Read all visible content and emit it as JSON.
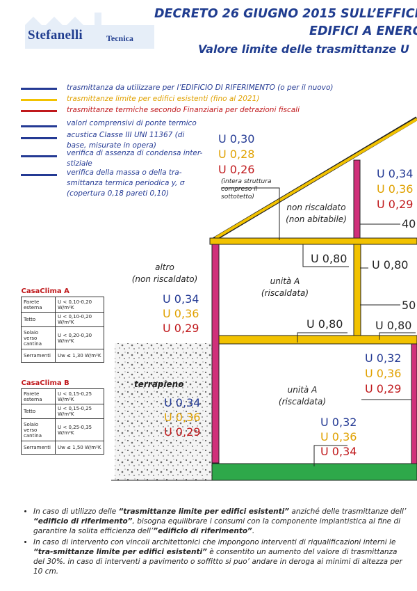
{
  "header": {
    "logo_main": "Stefanelli",
    "logo_sub": "Tecnica",
    "title_line1": "DECRETO 26 GIUGNO 2015 SULL’EFFICI",
    "title_line2": "EDIFICI A ENERG",
    "title_line3": "Valore limite delle trasmittanze U"
  },
  "colors": {
    "blue": "#243a94",
    "orange": "#f2c200",
    "red": "#c0191c",
    "magenta": "#d0307a",
    "green": "#2ea84a"
  },
  "legend": [
    {
      "text": "trasmittanza da utilizzare per l’EDIFICIO DI RIFERIMENTO (o per il nuovo)",
      "color": "blue"
    },
    {
      "text": "trasmittanze limite per edifici esistenti (fino al 2021)",
      "color": "orange"
    },
    {
      "text": "trasmittanze termiche secondo Finanziaria per detrazioni fiscali",
      "color": "red"
    }
  ],
  "notes_legend": [
    {
      "lines": [
        "valori comprensivi di ponte termico"
      ]
    },
    {
      "lines": [
        "acustica Classe III UNI 11367 (di",
        "base, misurate in opera)"
      ]
    },
    {
      "lines": [
        "verifica di assenza di condensa inter-",
        "stiziale"
      ]
    },
    {
      "lines": [
        "verifica della massa o della tra-",
        "smittanza termica periodica y, σ",
        "(copertura 0,18 pareti 0,10)"
      ]
    }
  ],
  "roof": {
    "blue": "U 0,30",
    "orange": "U 0,28",
    "red": "U 0,26",
    "note": [
      "(intera struttura",
      "compreso il",
      "sottotetto)"
    ]
  },
  "right_wall_top": {
    "blue": "U 0,34",
    "orange": "U 0,36",
    "red": "U 0,29"
  },
  "attic": {
    "label1": "non riscaldato",
    "label2": "(non abitabile)",
    "cut_value": "40"
  },
  "floor1": {
    "u_left": "U 0,80",
    "u_right": "U 0,80",
    "cut_value": "50"
  },
  "unit_a_upper": {
    "label1": "unità A",
    "label2": "(riscaldata)",
    "u_floor": "U 0,80",
    "u_floor_right": "U 0,80"
  },
  "other": {
    "label1": "altro",
    "label2": "(non riscaldato)",
    "blue": "U 0,34",
    "orange": "U 0,36",
    "red": "U 0,29"
  },
  "right_wall_lower": {
    "blue": "U 0,32",
    "orange": "U 0,36",
    "red": "U 0,29"
  },
  "unit_a_lower": {
    "label1": "unità A",
    "label2": "(riscaldata)",
    "blue": "U 0,32",
    "orange": "U 0,36",
    "red": "U 0,34"
  },
  "terrapieno": {
    "label": "terrapieno",
    "blue": "U 0,34",
    "orange": "U 0,36",
    "red": "U 0,29"
  },
  "casaclima_a": {
    "title": "CasaClima A",
    "rows": [
      {
        "label": "Parete esterna",
        "value": "U < 0,10-0,20 W/m²K"
      },
      {
        "label": "Tetto",
        "value": "U < 0,10-0,20 W/m²K"
      },
      {
        "label": "Solaio verso cantina",
        "value": "U < 0,20-0,30 W/m²K"
      },
      {
        "label": "Serramenti",
        "value": "Uw ≤ 1,30 W/m²K"
      }
    ]
  },
  "casaclima_b": {
    "title": "CasaClima B",
    "rows": [
      {
        "label": "Parete esterna",
        "value": "U < 0,15-0,25 W/m²K"
      },
      {
        "label": "Tetto",
        "value": "U < 0,15-0,25 W/m²K"
      },
      {
        "label": "Solaio verso cantina",
        "value": "U < 0,25-0,35 W/m²K"
      },
      {
        "label": "Serramenti",
        "value": "Uw ≤ 1,50 W/m²K"
      }
    ]
  },
  "bottom_notes": {
    "n1_a": "In caso di utilizzo delle ",
    "n1_b": "“trasmittanze limite per edifici esistenti”",
    "n1_c": " anziché delle trasmittanze dell’ ",
    "n1_d": "“edificio di riferimento”",
    "n1_e": ", bisogna equilibrare i consumi con la componente impiantistica al fine di garantire la solita efficienza dell’",
    "n1_f": "”edificio di riferimento”",
    "n1_g": ".",
    "n2_a": "In caso di intervento con vincoli architettonici che impongono interventi di riqualificazioni interni le ",
    "n2_b": "“tra-smittanze limite per edifici esistenti”",
    "n2_c": " è consentito un aumento del valore di trasmittanza del 30%. in caso di interventi a pavimento o soffitto si puo’ andare in deroga ai minimi di altezza per 10 cm."
  }
}
